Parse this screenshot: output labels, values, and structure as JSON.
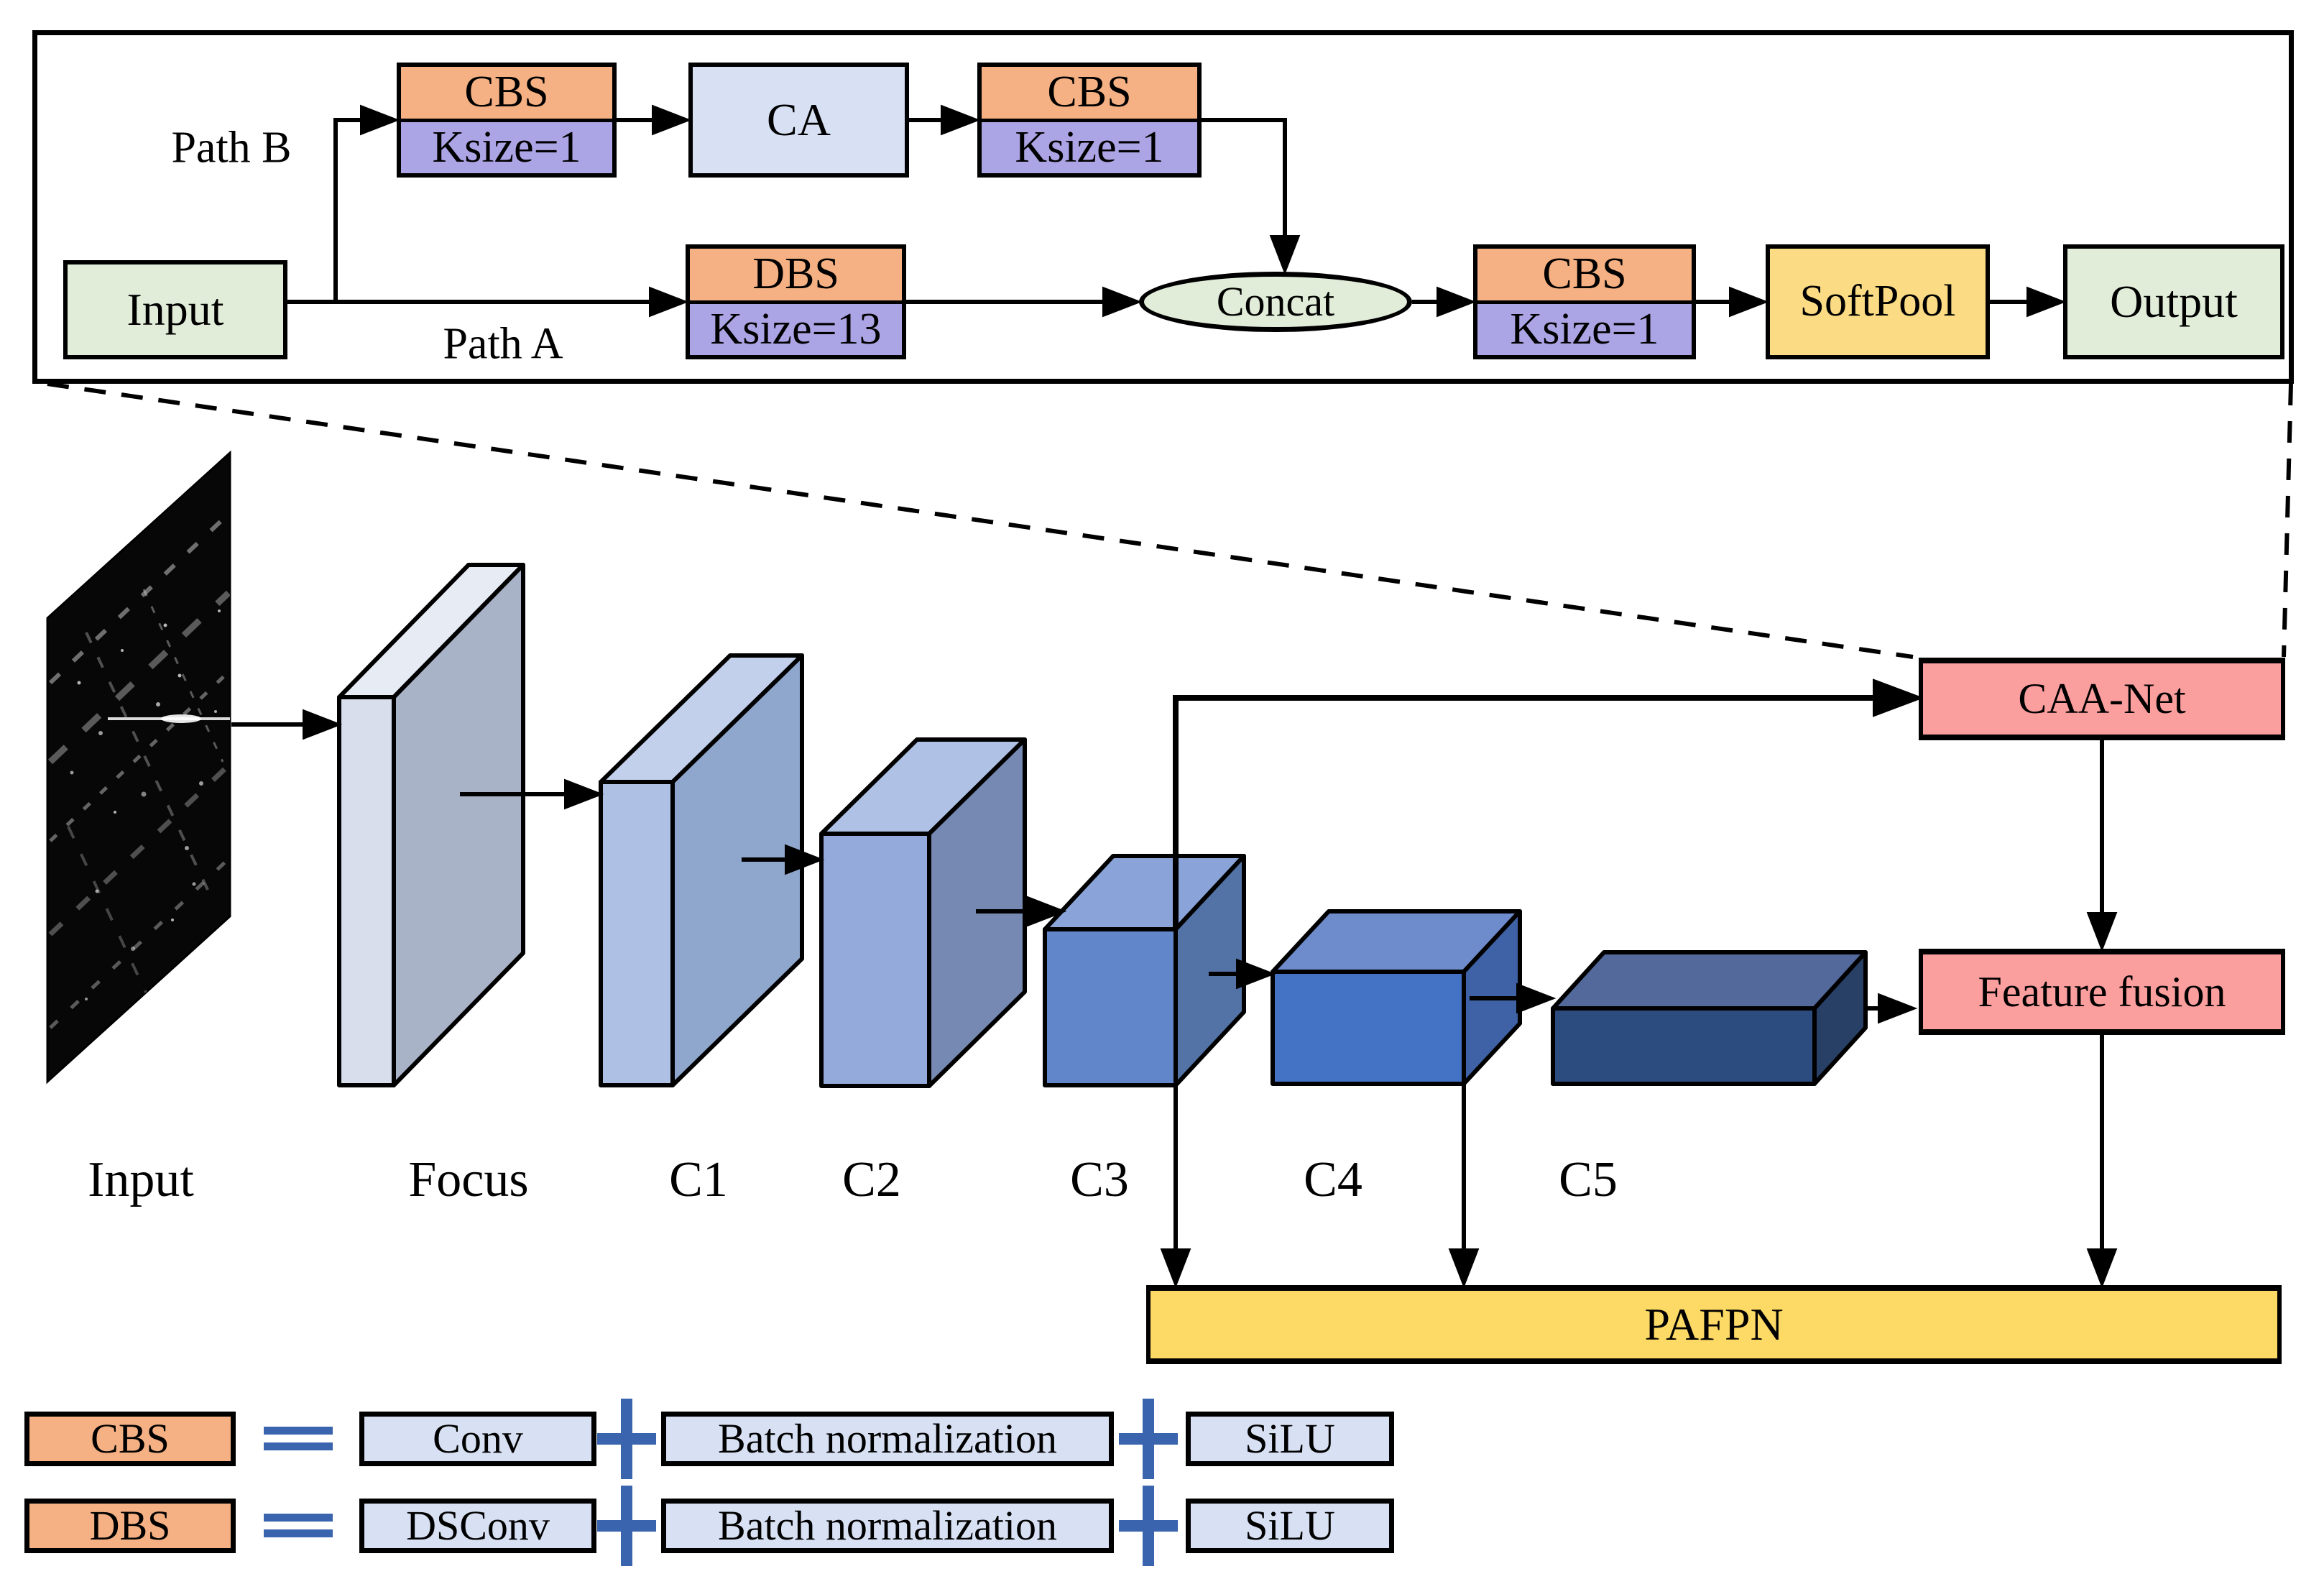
{
  "detail": {
    "path_b": "Path B",
    "path_a": "Path A",
    "input": "Input",
    "cbs1": {
      "top": "CBS",
      "k": "Ksize=1"
    },
    "ca": "CA",
    "cbs2": {
      "top": "CBS",
      "k": "Ksize=1"
    },
    "dbs": {
      "top": "DBS",
      "k": "Ksize=13"
    },
    "concat": "Concat",
    "cbs3": {
      "top": "CBS",
      "k": "Ksize=1"
    },
    "softpool": "SoftPool",
    "output": "Output"
  },
  "backbone": {
    "input": "Input",
    "stages": [
      "Focus",
      "C1",
      "C2",
      "C3",
      "C4",
      "C5"
    ],
    "caa_net": "CAA-Net",
    "feature_fusion": "Feature fusion",
    "pafpn": "PAFPN"
  },
  "legend": {
    "row1": {
      "abbr": "CBS",
      "items": [
        "Conv",
        "Batch normalization",
        "SiLU"
      ]
    },
    "row2": {
      "abbr": "DBS",
      "items": [
        "DSConv",
        "Batch normalization",
        "SiLU"
      ]
    }
  },
  "colors": {
    "orange_block": "#F5B183",
    "purple_block": "#ACA5E5",
    "light_blue_block": "#D8E1F3",
    "green_block": "#E1EDD9",
    "softpool_yellow": "#FBDC84",
    "pafpn_yellow": "#FDD965",
    "pink_block": "#FB9E9E",
    "operator_blue": "#3A64AE",
    "cube_focus_front": "#D8DEEC",
    "cube_c1_front": "#AEC1E5",
    "cube_c2_front": "#93AADA",
    "cube_c3_front": "#6186CA",
    "cube_c4_front": "#4472C4",
    "cube_c5_front": "#2C4B7E"
  }
}
